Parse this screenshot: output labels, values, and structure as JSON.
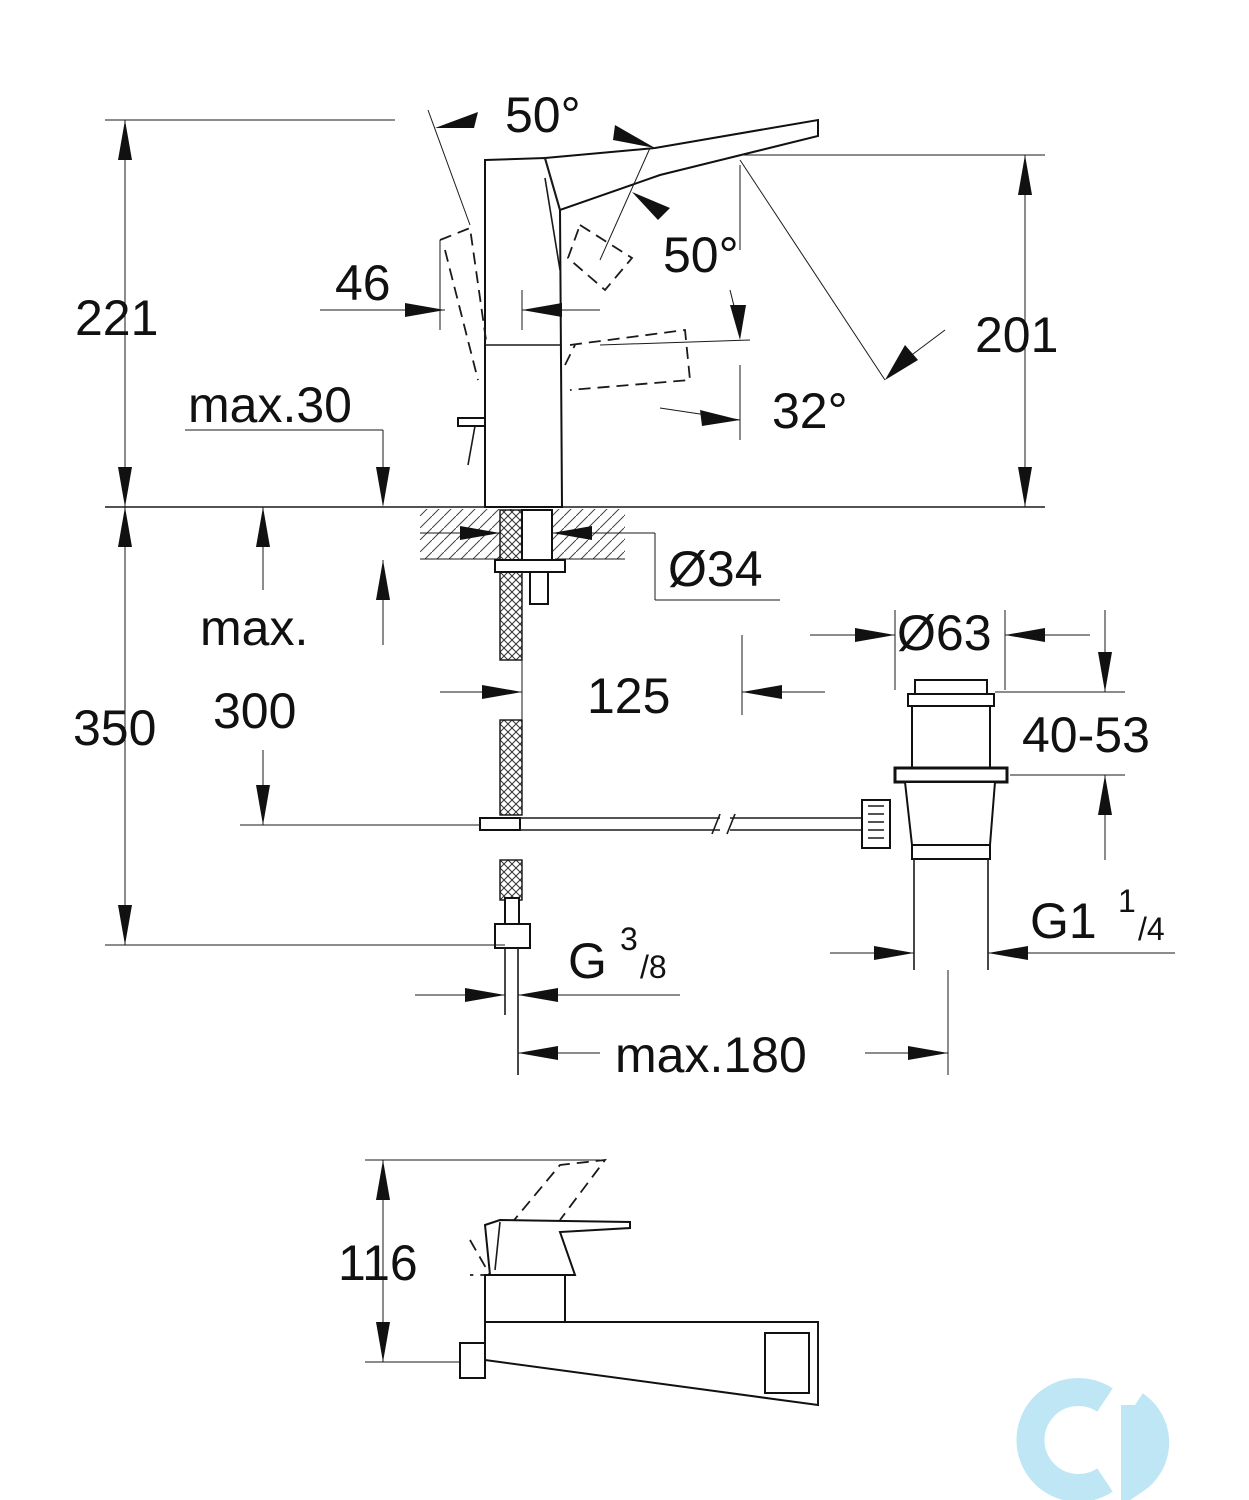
{
  "dimensions": {
    "angle_top": "50°",
    "angle_side": "50°",
    "angle_lower": "32°",
    "height_total": "221",
    "height_spout": "201",
    "handle_offset": "46",
    "max_thickness": "max.30",
    "diameter_body": "Ø34",
    "diameter_waste": "Ø63",
    "max_label": "max.",
    "max_depth": "300",
    "height_below": "350",
    "spout_offset": "125",
    "waste_range": "40-53",
    "thread_supply": {
      "main": "G",
      "sup": "3",
      "sub": "/8"
    },
    "thread_waste": {
      "main": "G1",
      "sup": "1",
      "sub": "/4"
    },
    "max_reach": "max.180",
    "plan_height": "116"
  },
  "colors": {
    "line": "#111111",
    "logo": "#bfe6f5"
  },
  "logo": {
    "icon": "brand-logo-icon"
  }
}
